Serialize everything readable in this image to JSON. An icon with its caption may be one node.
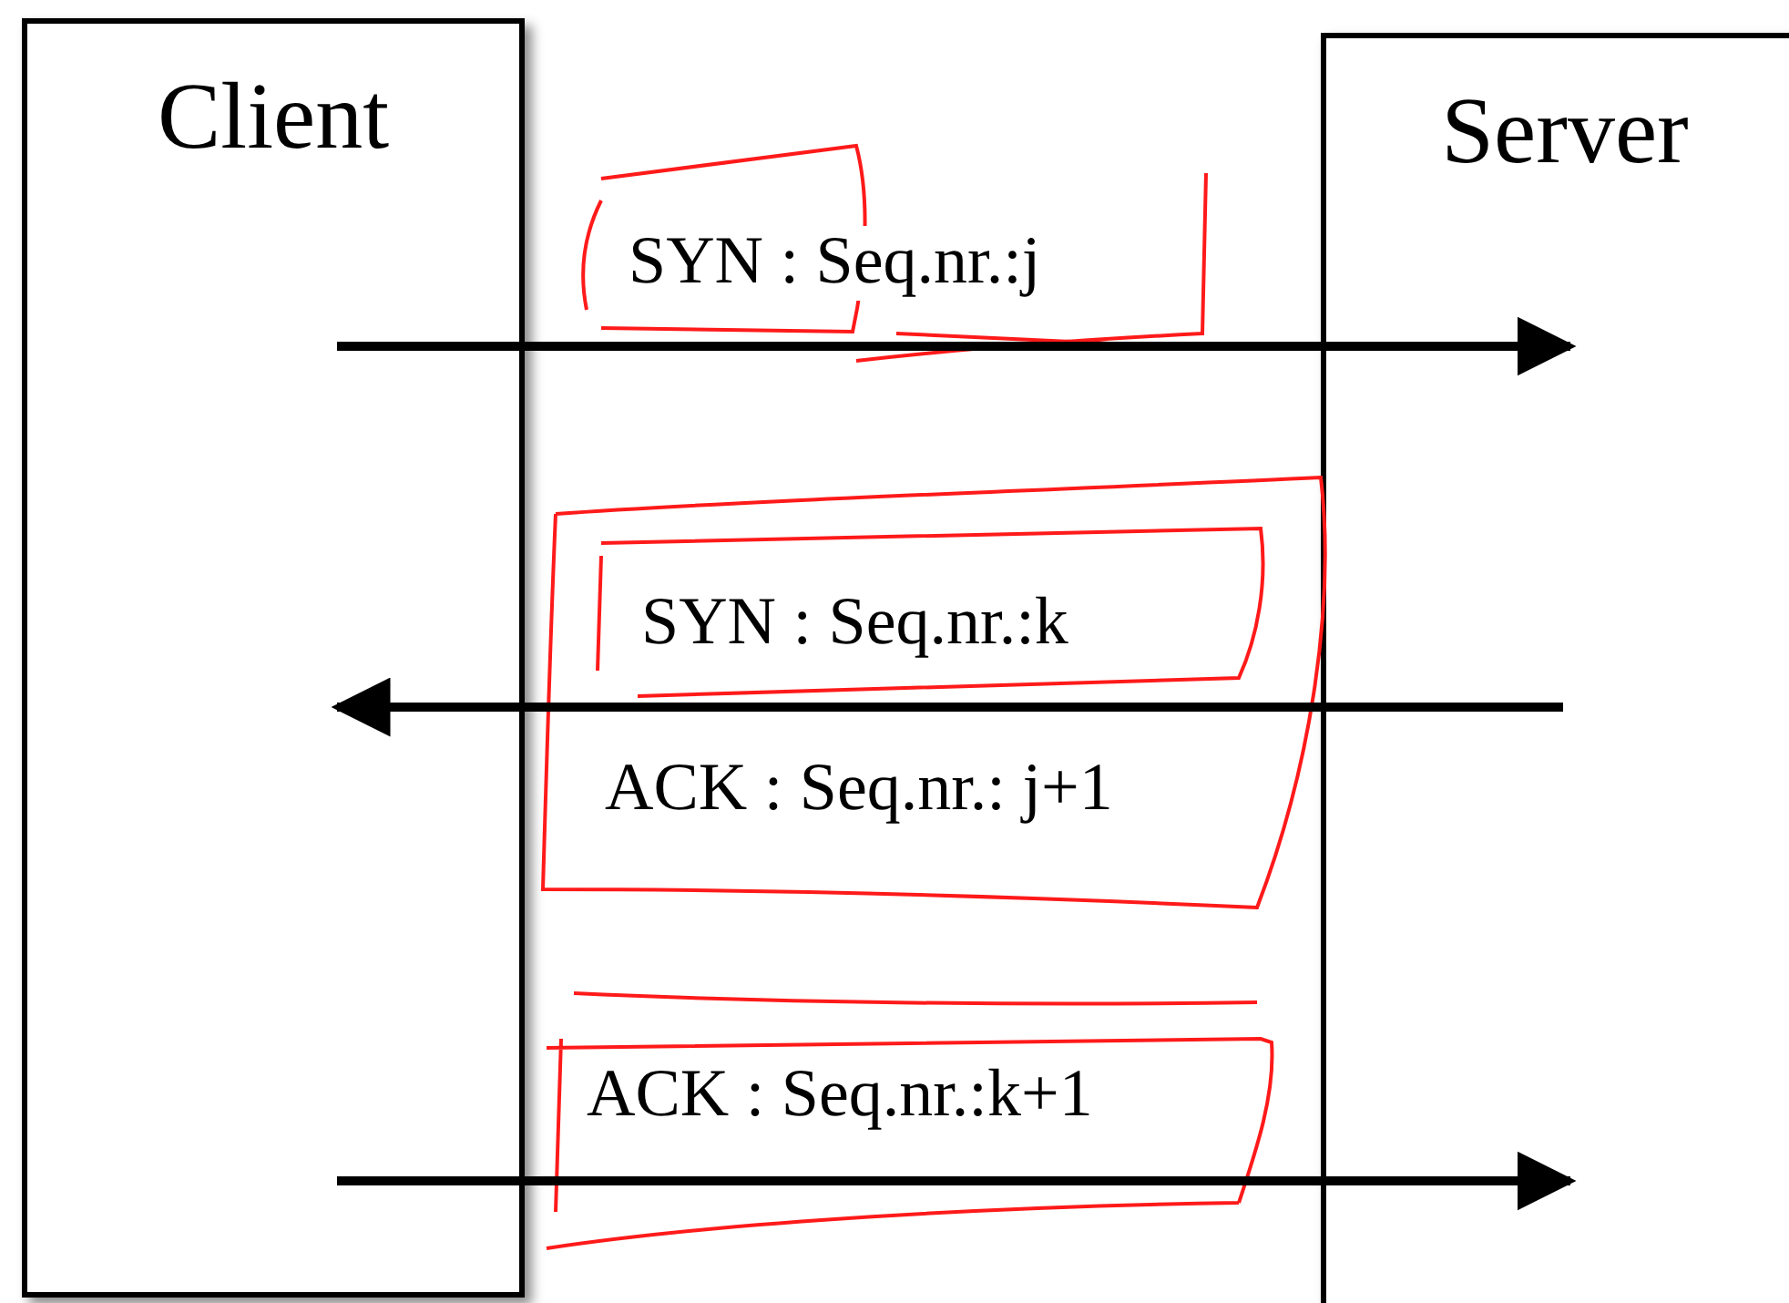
{
  "diagram": {
    "nodes": [
      {
        "text": [
          "Client"
        ]
      },
      {
        "text": [
          "Server"
        ]
      }
    ],
    "edges": [
      {
        "from": 0,
        "to": 1,
        "arrow": "to",
        "label": "SYN : Seq.nr.:j"
      },
      {
        "from": 1,
        "to": 0,
        "arrow": "to",
        "label": "SYN : Seq.nr.:k"
      },
      {
        "from": 0,
        "to": 1,
        "arrow": "to",
        "label": "ACK : Seq.nr.:k+1"
      }
    ],
    "labels": [
      "ACK : Seq.nr.: j+1"
    ]
  }
}
